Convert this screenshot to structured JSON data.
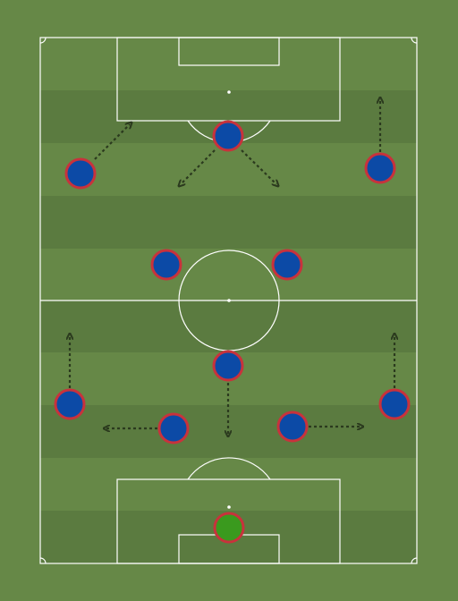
{
  "pitch": {
    "colors": {
      "background": "#668847",
      "stripe_light": "#668847",
      "stripe_dark": "#5b7b40",
      "lines": "#ffffff",
      "arrow": "#2b3a1e"
    }
  },
  "players": [
    {
      "role": "goalkeeper",
      "team_color": "#3a9a1e",
      "border_color": "#c8323c"
    },
    {
      "role": "outfield",
      "team_color": "#0c4aa6",
      "border_color": "#c8323c"
    },
    {
      "role": "outfield",
      "team_color": "#0c4aa6",
      "border_color": "#c8323c"
    },
    {
      "role": "outfield",
      "team_color": "#0c4aa6",
      "border_color": "#c8323c"
    },
    {
      "role": "outfield",
      "team_color": "#0c4aa6",
      "border_color": "#c8323c"
    },
    {
      "role": "outfield",
      "team_color": "#0c4aa6",
      "border_color": "#c8323c"
    },
    {
      "role": "outfield",
      "team_color": "#0c4aa6",
      "border_color": "#c8323c"
    },
    {
      "role": "outfield",
      "team_color": "#0c4aa6",
      "border_color": "#c8323c"
    },
    {
      "role": "outfield",
      "team_color": "#0c4aa6",
      "border_color": "#c8323c"
    },
    {
      "role": "outfield",
      "team_color": "#0c4aa6",
      "border_color": "#c8323c"
    },
    {
      "role": "outfield",
      "team_color": "#0c4aa6",
      "border_color": "#c8323c"
    },
    {
      "role": "outfield",
      "team_color": "#0c4aa6",
      "border_color": "#c8323c"
    },
    {
      "role": "outfield",
      "team_color": "#0c4aa6",
      "border_color": "#c8323c"
    }
  ],
  "movement_arrows": [
    {
      "style": "dotted"
    },
    {
      "style": "dotted"
    },
    {
      "style": "dotted"
    },
    {
      "style": "dotted"
    },
    {
      "style": "dotted"
    },
    {
      "style": "dotted"
    },
    {
      "style": "dotted"
    },
    {
      "style": "dotted"
    },
    {
      "style": "dotted"
    },
    {
      "style": "dotted"
    }
  ]
}
